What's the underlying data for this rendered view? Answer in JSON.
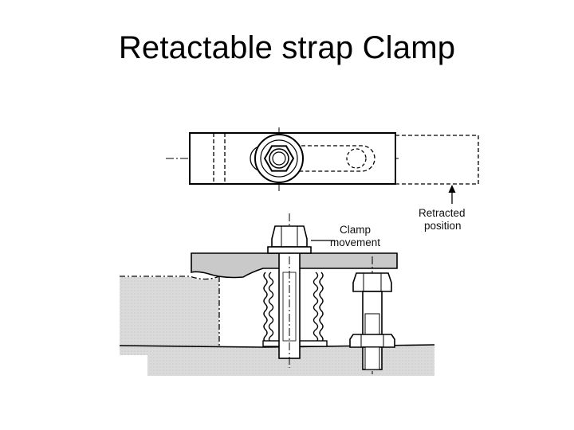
{
  "slide": {
    "title": "Retactable strap Clamp"
  },
  "diagram": {
    "labels": {
      "clamp_movement_line1": "Clamp",
      "clamp_movement_line2": "movement",
      "retracted_line1": "Retracted",
      "retracted_line2": "position"
    }
  }
}
